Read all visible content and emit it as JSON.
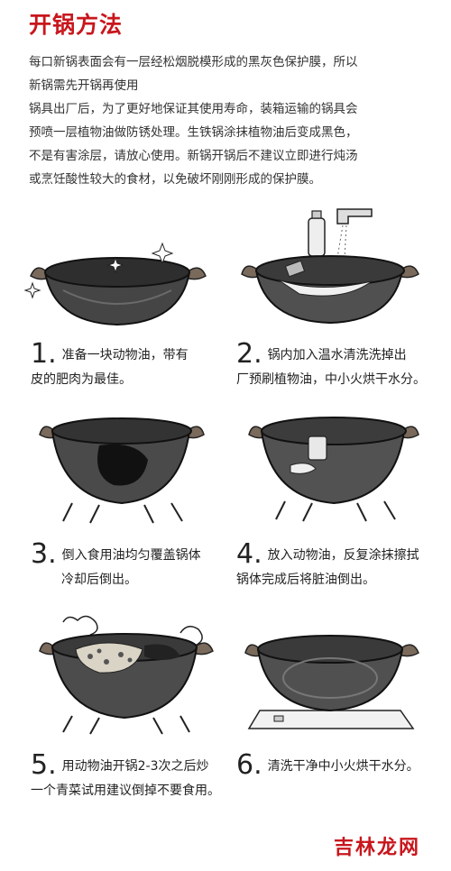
{
  "title": "开锅方法",
  "intro": [
    "每口新锅表面会有一层经松烟脱模形成的黑灰色保护膜，所以",
    "新锅需先开锅再使用",
    "锅具出厂后，为了更好地保证其使用寿命，装箱运输的锅具会",
    "预喷一层植物油做防锈处理。生铁锅涂抹植物油后变成黑色，",
    "不是有害涂层，请放心使用。新锅开锅后不建议立即进行炖汤",
    "或烹饪酸性较大的食材，以免破坏刚刚形成的保护膜。"
  ],
  "steps": [
    {
      "num": "1.",
      "line1": "准备一块动物油，带有",
      "line2": "皮的肥肉为最佳。"
    },
    {
      "num": "2.",
      "line1": "锅内加入温水清洗洗掉出",
      "line2": "厂预刷植物油，中小火烘干水分。"
    },
    {
      "num": "3.",
      "line1": "倒入食用油均匀覆盖锅体",
      "line2": "冷却后倒出。"
    },
    {
      "num": "4.",
      "line1": "放入动物油，反复涂抹擦拭",
      "line2": "锅体完成后将脏油倒出。"
    },
    {
      "num": "5.",
      "line1": "用动物油开锅2-3次之后炒",
      "line2": "一个青菜试用建议倒掉不要食用。"
    },
    {
      "num": "6.",
      "line1": "清洗干净中小火烘干水分。",
      "line2": ""
    }
  ],
  "watermark": "吉林龙网",
  "colors": {
    "accent": "#c8161d",
    "wok": "#3a3a3a",
    "handle": "#7a6a5c"
  }
}
